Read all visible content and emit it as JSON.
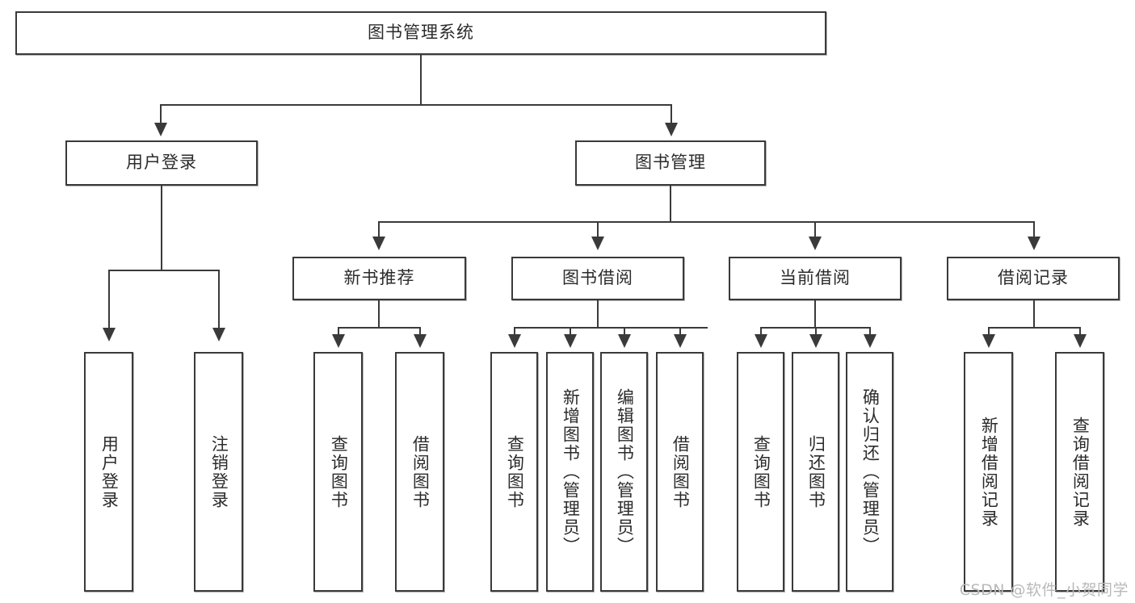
{
  "diagram": {
    "type": "tree-hierarchy",
    "title": "图书管理系统",
    "root": {
      "id": "root",
      "label": "图书管理系统"
    },
    "level2": [
      {
        "id": "user-login",
        "label": "用户登录"
      },
      {
        "id": "book-manage",
        "label": "图书管理"
      }
    ],
    "level3": [
      {
        "id": "new-book-rec",
        "label": "新书推荐"
      },
      {
        "id": "book-borrow",
        "label": "图书借阅"
      },
      {
        "id": "current-borrow",
        "label": "当前借阅"
      },
      {
        "id": "borrow-record",
        "label": "借阅记录"
      }
    ],
    "leaves": {
      "user_login": [
        {
          "id": "leaf-user-login",
          "label": "用户登录"
        },
        {
          "id": "leaf-user-logout",
          "label": "注销登录"
        }
      ],
      "new_book_rec": [
        {
          "id": "leaf-query-book-1",
          "label": "查询图书"
        },
        {
          "id": "leaf-borrow-book-1",
          "label": "借阅图书"
        }
      ],
      "book_borrow": [
        {
          "id": "leaf-query-book-2",
          "label": "查询图书"
        },
        {
          "id": "leaf-add-book",
          "label": "新增图书（管理员）"
        },
        {
          "id": "leaf-edit-book",
          "label": "编辑图书（管理员）"
        },
        {
          "id": "leaf-borrow-book-2",
          "label": "借阅图书"
        }
      ],
      "current_borrow": [
        {
          "id": "leaf-query-book-3",
          "label": "查询图书"
        },
        {
          "id": "leaf-return-book",
          "label": "归还图书"
        },
        {
          "id": "leaf-confirm-return",
          "label": "确认归还（管理员）"
        }
      ],
      "borrow_record": [
        {
          "id": "leaf-add-record",
          "label": "新增借阅记录"
        },
        {
          "id": "leaf-query-record",
          "label": "查询借阅记录"
        }
      ]
    }
  },
  "watermark": {
    "text": "CSDN @软件_小贺同学"
  },
  "colors": {
    "stroke": "#3a3a3a",
    "background": "#ffffff",
    "text": "#2b2b2b",
    "watermark": "#b9b9b9"
  }
}
